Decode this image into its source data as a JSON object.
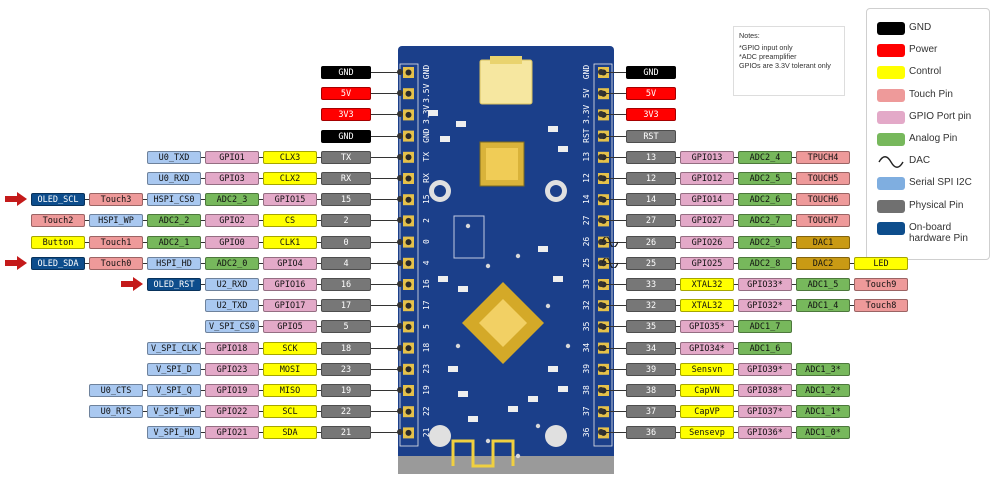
{
  "notes": {
    "title": "Notes:",
    "lines": [
      "*GPIO input only",
      "*ADC preamplifier",
      "GPIOs are 3.3V tolerant only"
    ]
  },
  "legend": [
    {
      "label": "GND",
      "color": "#000000"
    },
    {
      "label": "Power",
      "color": "#ff0000"
    },
    {
      "label": "Control",
      "color": "#ffff00"
    },
    {
      "label": "Touch Pin",
      "color": "#ee9a9a"
    },
    {
      "label": "GPIO Port pin",
      "color": "#e3a9c8"
    },
    {
      "label": "Analog Pin",
      "color": "#77b85c"
    },
    {
      "label": "DAC",
      "color": ""
    },
    {
      "label": "Serial SPI I2C",
      "color": "#7faee0"
    },
    {
      "label": "Physical Pin",
      "color": "#707070"
    },
    {
      "label": "On-board hardware Pin",
      "color": "#0d4d8c"
    }
  ],
  "colors": {
    "gnd": "#000000",
    "power": "#ff0000",
    "control": "#ffff00",
    "touch": "#ee9a9a",
    "gpio": "#e3a9c8",
    "analog": "#77b85c",
    "dac": "#c99a14",
    "serial": "#a9c8f0",
    "physical": "#777777",
    "onboard": "#0d4d8c",
    "board": "#1b3f8a"
  },
  "left_pins": [
    {
      "pin": "GND",
      "labels": [],
      "type": "gnd"
    },
    {
      "pin": "5V",
      "labels": [],
      "type": "power"
    },
    {
      "pin": "3V3",
      "labels": [],
      "type": "power"
    },
    {
      "pin": "GND",
      "labels": [],
      "type": "gnd"
    },
    {
      "pin": "TX",
      "labels": [
        {
          "t": "CLX3",
          "c": "control"
        },
        {
          "t": "GPIO1",
          "c": "gpio"
        },
        {
          "t": "U0_TXD",
          "c": "serial"
        }
      ]
    },
    {
      "pin": "RX",
      "labels": [
        {
          "t": "CLX2",
          "c": "control"
        },
        {
          "t": "GPIO3",
          "c": "gpio"
        },
        {
          "t": "U0_RXD",
          "c": "serial"
        }
      ]
    },
    {
      "pin": "15",
      "labels": [
        {
          "t": "GPIO15",
          "c": "gpio"
        },
        {
          "t": "ADC2_3",
          "c": "analog"
        },
        {
          "t": "HSPI_CS0",
          "c": "serial"
        },
        {
          "t": "Touch3",
          "c": "touch"
        },
        {
          "t": "OLED_SCL",
          "c": "onboard"
        }
      ],
      "arrow": true
    },
    {
      "pin": "2",
      "labels": [
        {
          "t": "CS",
          "c": "control"
        },
        {
          "t": "GPIO2",
          "c": "gpio"
        },
        {
          "t": "ADC2_2",
          "c": "analog"
        },
        {
          "t": "HSPI_WP",
          "c": "serial"
        },
        {
          "t": "Touch2",
          "c": "touch"
        }
      ]
    },
    {
      "pin": "0",
      "labels": [
        {
          "t": "CLK1",
          "c": "control"
        },
        {
          "t": "GPIO0",
          "c": "gpio"
        },
        {
          "t": "ADC2_1",
          "c": "analog"
        },
        {
          "t": "Touch1",
          "c": "touch"
        },
        {
          "t": "Button",
          "c": "control"
        }
      ]
    },
    {
      "pin": "4",
      "labels": [
        {
          "t": "GPIO4",
          "c": "gpio"
        },
        {
          "t": "ADC2_0",
          "c": "analog"
        },
        {
          "t": "HSPI_HD",
          "c": "serial"
        },
        {
          "t": "Touch0",
          "c": "touch"
        },
        {
          "t": "OLED_SDA",
          "c": "onboard"
        }
      ],
      "arrow": true
    },
    {
      "pin": "16",
      "labels": [
        {
          "t": "GPIO16",
          "c": "gpio"
        },
        {
          "t": "U2_RXD",
          "c": "serial"
        },
        {
          "t": "OLED_RST",
          "c": "onboard"
        }
      ],
      "arrow": true
    },
    {
      "pin": "17",
      "labels": [
        {
          "t": "GPIO17",
          "c": "gpio"
        },
        {
          "t": "U2_TXD",
          "c": "serial"
        }
      ]
    },
    {
      "pin": "5",
      "labels": [
        {
          "t": "GPIO5",
          "c": "gpio"
        },
        {
          "t": "V_SPI_CS0",
          "c": "serial"
        }
      ]
    },
    {
      "pin": "18",
      "labels": [
        {
          "t": "SCK",
          "c": "control"
        },
        {
          "t": "GPIO18",
          "c": "gpio"
        },
        {
          "t": "V_SPI_CLK",
          "c": "serial"
        }
      ]
    },
    {
      "pin": "23",
      "labels": [
        {
          "t": "MOSI",
          "c": "control"
        },
        {
          "t": "GPIO23",
          "c": "gpio"
        },
        {
          "t": "V_SPI_D",
          "c": "serial"
        }
      ]
    },
    {
      "pin": "19",
      "labels": [
        {
          "t": "MISO",
          "c": "control"
        },
        {
          "t": "GPIO19",
          "c": "gpio"
        },
        {
          "t": "V_SPI_Q",
          "c": "serial"
        },
        {
          "t": "U0_CTS",
          "c": "serial"
        }
      ]
    },
    {
      "pin": "22",
      "labels": [
        {
          "t": "SCL",
          "c": "control"
        },
        {
          "t": "GPIO22",
          "c": "gpio"
        },
        {
          "t": "V_SPI_WP",
          "c": "serial"
        },
        {
          "t": "U0_RTS",
          "c": "serial"
        }
      ]
    },
    {
      "pin": "21",
      "labels": [
        {
          "t": "SDA",
          "c": "control"
        },
        {
          "t": "GPIO21",
          "c": "gpio"
        },
        {
          "t": "V_SPI_HD",
          "c": "serial"
        }
      ]
    }
  ],
  "right_pins": [
    {
      "pin": "GND",
      "labels": [],
      "type": "gnd"
    },
    {
      "pin": "5V",
      "labels": [],
      "type": "power"
    },
    {
      "pin": "3V3",
      "labels": [],
      "type": "power"
    },
    {
      "pin": "RST",
      "labels": [],
      "type": "physical"
    },
    {
      "pin": "13",
      "labels": [
        {
          "t": "GPIO13",
          "c": "gpio"
        },
        {
          "t": "ADC2_4",
          "c": "analog"
        },
        {
          "t": "TPUCH4",
          "c": "touch"
        }
      ]
    },
    {
      "pin": "12",
      "labels": [
        {
          "t": "GPIO12",
          "c": "gpio"
        },
        {
          "t": "ADC2_5",
          "c": "analog"
        },
        {
          "t": "TOUCH5",
          "c": "touch"
        }
      ]
    },
    {
      "pin": "14",
      "labels": [
        {
          "t": "GPIO14",
          "c": "gpio"
        },
        {
          "t": "ADC2_6",
          "c": "analog"
        },
        {
          "t": "TOUCH6",
          "c": "touch"
        }
      ]
    },
    {
      "pin": "27",
      "labels": [
        {
          "t": "GPIO27",
          "c": "gpio"
        },
        {
          "t": "ADC2_7",
          "c": "analog"
        },
        {
          "t": "TOUCH7",
          "c": "touch"
        }
      ]
    },
    {
      "pin": "26",
      "labels": [
        {
          "t": "GPIO26",
          "c": "gpio"
        },
        {
          "t": "ADC2_9",
          "c": "analog"
        },
        {
          "t": "DAC1",
          "c": "dac"
        }
      ],
      "dac": true
    },
    {
      "pin": "25",
      "labels": [
        {
          "t": "GPIO25",
          "c": "gpio"
        },
        {
          "t": "ADC2_8",
          "c": "analog"
        },
        {
          "t": "DAC2",
          "c": "dac"
        },
        {
          "t": "LED",
          "c": "control"
        }
      ],
      "dac": true
    },
    {
      "pin": "33",
      "labels": [
        {
          "t": "XTAL32",
          "c": "control"
        },
        {
          "t": "GPIO33*",
          "c": "gpio"
        },
        {
          "t": "ADC1_5",
          "c": "analog"
        },
        {
          "t": "Touch9",
          "c": "touch"
        }
      ]
    },
    {
      "pin": "32",
      "labels": [
        {
          "t": "XTAL32",
          "c": "control"
        },
        {
          "t": "GPIO32*",
          "c": "gpio"
        },
        {
          "t": "ADC1_4",
          "c": "analog"
        },
        {
          "t": "Touch8",
          "c": "touch"
        }
      ]
    },
    {
      "pin": "35",
      "labels": [
        {
          "t": "GPIO35*",
          "c": "gpio"
        },
        {
          "t": "ADC1_7",
          "c": "analog"
        }
      ]
    },
    {
      "pin": "34",
      "labels": [
        {
          "t": "GPIO34*",
          "c": "gpio"
        },
        {
          "t": "ADC1_6",
          "c": "analog"
        }
      ]
    },
    {
      "pin": "39",
      "labels": [
        {
          "t": "Sensvn",
          "c": "control"
        },
        {
          "t": "GPIO39*",
          "c": "gpio"
        },
        {
          "t": "ADC1_3*",
          "c": "analog"
        }
      ]
    },
    {
      "pin": "38",
      "labels": [
        {
          "t": "CapVN",
          "c": "control"
        },
        {
          "t": "GPIO38*",
          "c": "gpio"
        },
        {
          "t": "ADC1_2*",
          "c": "analog"
        }
      ]
    },
    {
      "pin": "37",
      "labels": [
        {
          "t": "CapVP",
          "c": "control"
        },
        {
          "t": "GPIO37*",
          "c": "gpio"
        },
        {
          "t": "ADC1_1*",
          "c": "analog"
        }
      ]
    },
    {
      "pin": "36",
      "labels": [
        {
          "t": "Sensevp",
          "c": "control"
        },
        {
          "t": "GPIO36*",
          "c": "gpio"
        },
        {
          "t": "ADC1_0*",
          "c": "analog"
        }
      ]
    }
  ],
  "board_left_silk": [
    "GND",
    "3.5V",
    "3.3V",
    "GND",
    "TX",
    "RX",
    "15",
    "2",
    "0",
    "4",
    "16",
    "17",
    "5",
    "18",
    "23",
    "19",
    "22",
    "21"
  ],
  "board_right_silk": [
    "GND",
    "5V",
    "3.3V",
    "RST",
    "13",
    "12",
    "14",
    "27",
    "26",
    "25",
    "33",
    "32",
    "35",
    "34",
    "39",
    "38",
    "37",
    "36"
  ]
}
